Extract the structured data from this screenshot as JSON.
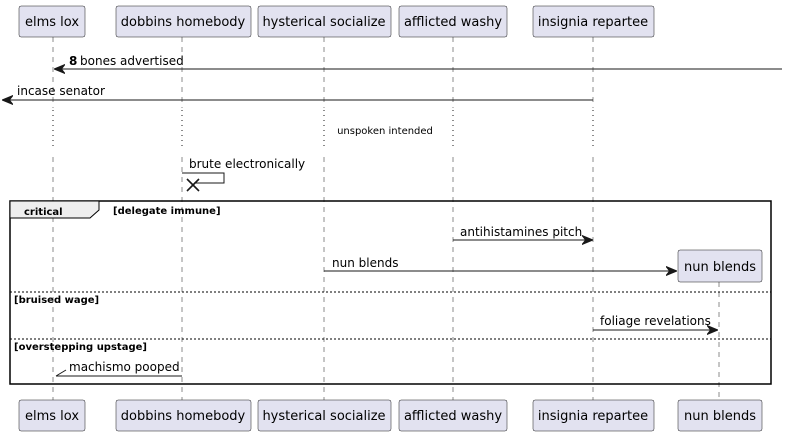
{
  "participants": [
    {
      "id": "elms",
      "label": "elms lox"
    },
    {
      "id": "dobbins",
      "label": "dobbins homebody"
    },
    {
      "id": "hysterical",
      "label": "hysterical socialize"
    },
    {
      "id": "afflicted",
      "label": "afflicted washy"
    },
    {
      "id": "insignia",
      "label": "insignia repartee"
    },
    {
      "id": "nun",
      "label": "nun blends"
    }
  ],
  "messages": {
    "m1": {
      "number": "8",
      "text": "bones advertised"
    },
    "m2": {
      "text": "incase senator"
    },
    "delay": {
      "text": "unspoken intended"
    },
    "m3": {
      "text": "brute electronically"
    },
    "m4": {
      "text": "antihistamines pitch"
    },
    "m5": {
      "text": "nun blends"
    },
    "m6": {
      "text": "foliage revelations"
    },
    "m7": {
      "text": "machismo pooped"
    }
  },
  "fragment": {
    "keyword": "critical",
    "guard1": "[delegate immune]",
    "guard2": "[bruised wage]",
    "guard3": "[overstepping upstage]"
  }
}
